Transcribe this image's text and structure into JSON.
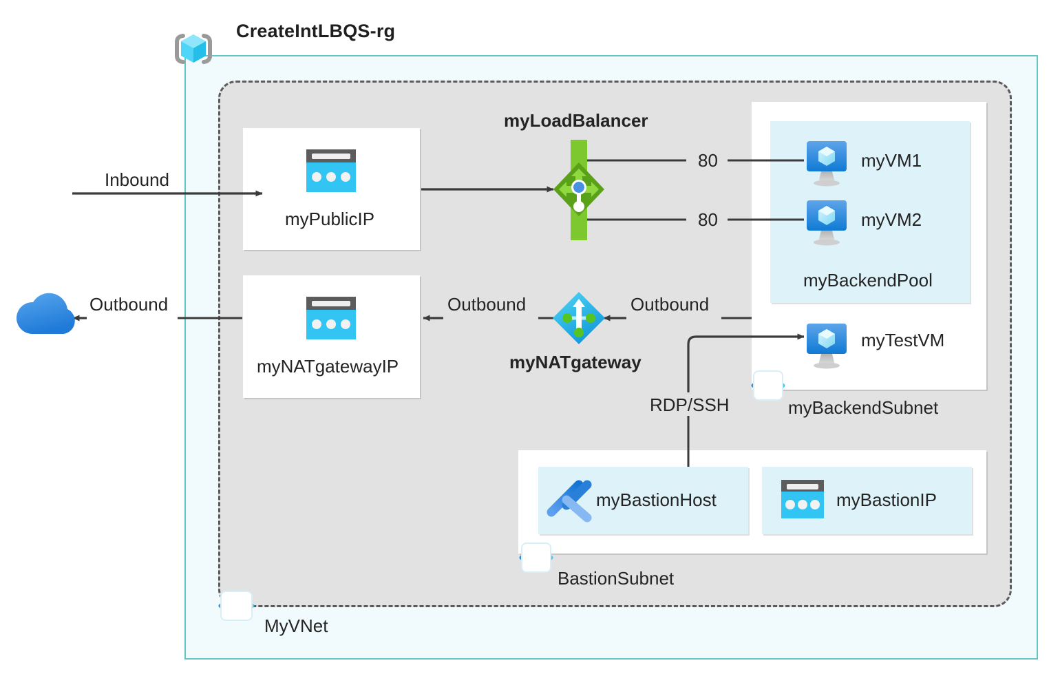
{
  "diagram": {
    "title": "CreateIntLBQS-rg",
    "resource_group_label": "CreateIntLBQS-rg",
    "vnet_label": "MyVNet",
    "colors": {
      "resource_group_border": "#63c6c6",
      "resource_group_fill": "#f1fbfd",
      "vnet_fill": "#e2e2e2",
      "vnet_border": "#5a5a5a",
      "subnet_fill": "#ffffff",
      "pool_fill": "#ddf2f9",
      "public_ip_icon": "#32c5f4",
      "load_balancer_icon": "#7cbb28",
      "nat_gateway_icon": "#32c5f4",
      "vm_icon": "#1b85d6",
      "cloud_icon": "#2f80e0",
      "line": "#3b3b3b"
    },
    "flows": {
      "inbound_label": "Inbound",
      "outbound_left_label": "Outbound",
      "outbound_mid_label": "Outbound",
      "outbound_right_label": "Outbound",
      "rdp_ssh_label": "RDP/SSH",
      "port_vm1": "80",
      "port_vm2": "80"
    },
    "nodes": {
      "public_ip": {
        "label": "myPublicIP",
        "icon": "public-ip-icon"
      },
      "nat_gateway_ip": {
        "label": "myNATgatewayIP",
        "icon": "public-ip-icon"
      },
      "load_balancer": {
        "label": "myLoadBalancer",
        "icon": "load-balancer-icon"
      },
      "nat_gateway": {
        "label": "myNATgateway",
        "icon": "nat-gateway-icon"
      },
      "vm1": {
        "label": "myVM1",
        "icon": "virtual-machine-icon"
      },
      "vm2": {
        "label": "myVM2",
        "icon": "virtual-machine-icon"
      },
      "test_vm": {
        "label": "myTestVM",
        "icon": "virtual-machine-icon"
      },
      "backend_pool": {
        "label": "myBackendPool"
      },
      "backend_subnet": {
        "label": "myBackendSubnet",
        "icon": "subnet-icon"
      },
      "bastion_host": {
        "label": "myBastionHost",
        "icon": "bastion-icon"
      },
      "bastion_ip": {
        "label": "myBastionIP",
        "icon": "public-ip-icon"
      },
      "bastion_subnet": {
        "label": "BastionSubnet",
        "icon": "subnet-icon"
      },
      "vnet": {
        "label": "MyVNet",
        "icon": "vnet-icon"
      },
      "internet": {
        "label": "",
        "icon": "cloud-icon"
      },
      "resource_group": {
        "label": "CreateIntLBQS-rg",
        "icon": "resource-group-icon"
      }
    }
  }
}
